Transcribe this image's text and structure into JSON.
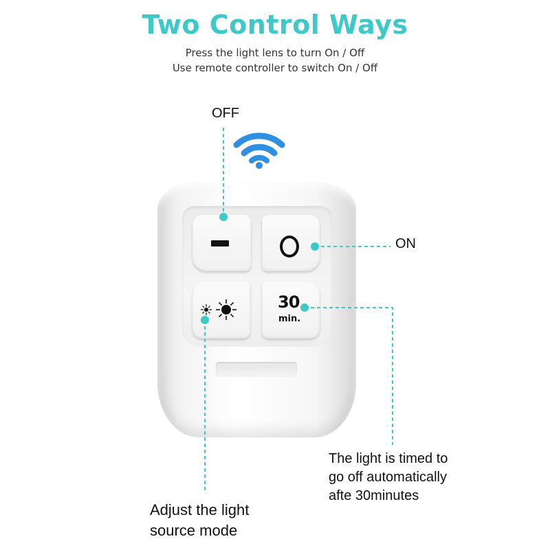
{
  "header": {
    "title": "Two Control Ways",
    "subtitle_line1": "Press the light lens to turn On / Off",
    "subtitle_line2": "Use remote controller to switch On / Off"
  },
  "remote": {
    "timer_value": "30",
    "timer_unit": "min."
  },
  "labels": {
    "off": "OFF",
    "on": "ON",
    "timer_line1": "The light is timed to",
    "timer_line2": "go off automatically",
    "timer_line3": "afte 30minutes",
    "mode_line1": "Adjust the light",
    "mode_line2": "source mode"
  },
  "icons": {
    "signal": "wifi-signal-icon",
    "off": "minus-icon",
    "on": "circle-icon",
    "mode": "brightness-icon"
  },
  "colors": {
    "accent": "#3ec9c9",
    "wifi": "#2f8fe0",
    "text": "#111111"
  }
}
